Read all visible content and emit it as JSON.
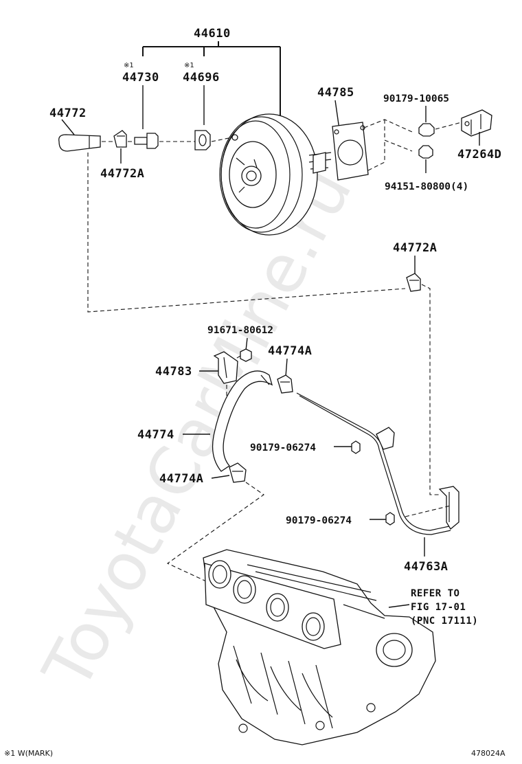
{
  "diagram": {
    "watermark": "ToyotaCarMine.ru",
    "footnote": "※1 W(MARK)",
    "figure_id": "478024A",
    "mark_symbol": "※1",
    "refer": {
      "line1": "REFER TO",
      "line2": "FIG 17-01",
      "line3": "(PNC 17111)"
    },
    "parts": {
      "p44610": "44610",
      "p44730": "44730",
      "p44696": "44696",
      "p44772": "44772",
      "p44772A_top": "44772A",
      "p44785": "44785",
      "p90179_10065": "90179-10065",
      "p47264D": "47264D",
      "p94151_80800": "94151-80800(4)",
      "p44772A_right": "44772A",
      "p91671_80612": "91671-80612",
      "p44774A_top": "44774A",
      "p44783": "44783",
      "p44774": "44774",
      "p90179_06274_a": "90179-06274",
      "p44774A_bottom": "44774A",
      "p90179_06274_b": "90179-06274",
      "p44763A": "44763A"
    }
  }
}
